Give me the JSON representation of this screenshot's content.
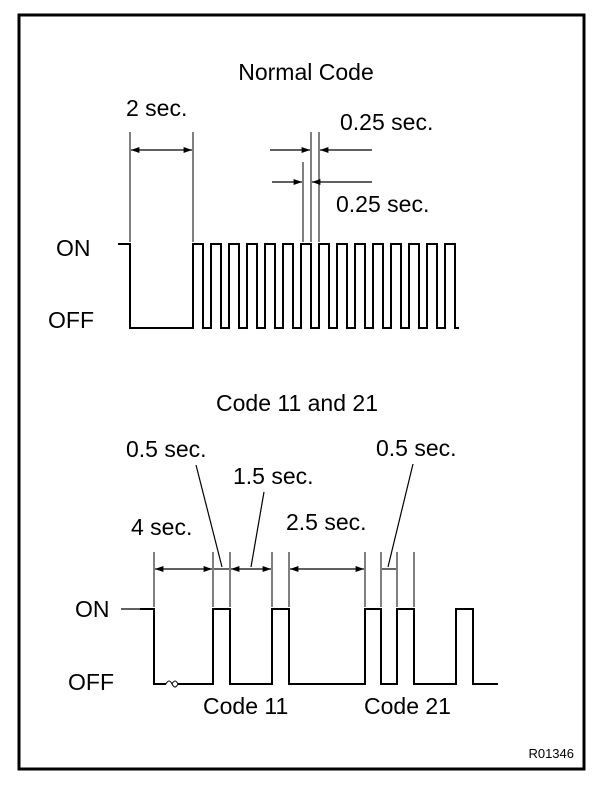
{
  "figure_id": "R01346",
  "normal": {
    "title": "Normal Code",
    "on_label": "ON",
    "off_label": "OFF",
    "interval_2s": "2 sec.",
    "interval_on": "0.25 sec.",
    "interval_off": "0.25 sec."
  },
  "codes": {
    "title": "Code 11 and 21",
    "on_label": "ON",
    "off_label": "OFF",
    "interval_4s": "4 sec.",
    "interval_05a": "0.5 sec.",
    "interval_15": "1.5 sec.",
    "interval_25": "2.5 sec.",
    "interval_05b": "0.5 sec.",
    "code11": "Code 11",
    "code21": "Code 21"
  },
  "colors": {
    "ink": "#000000",
    "paper": "#ffffff"
  }
}
